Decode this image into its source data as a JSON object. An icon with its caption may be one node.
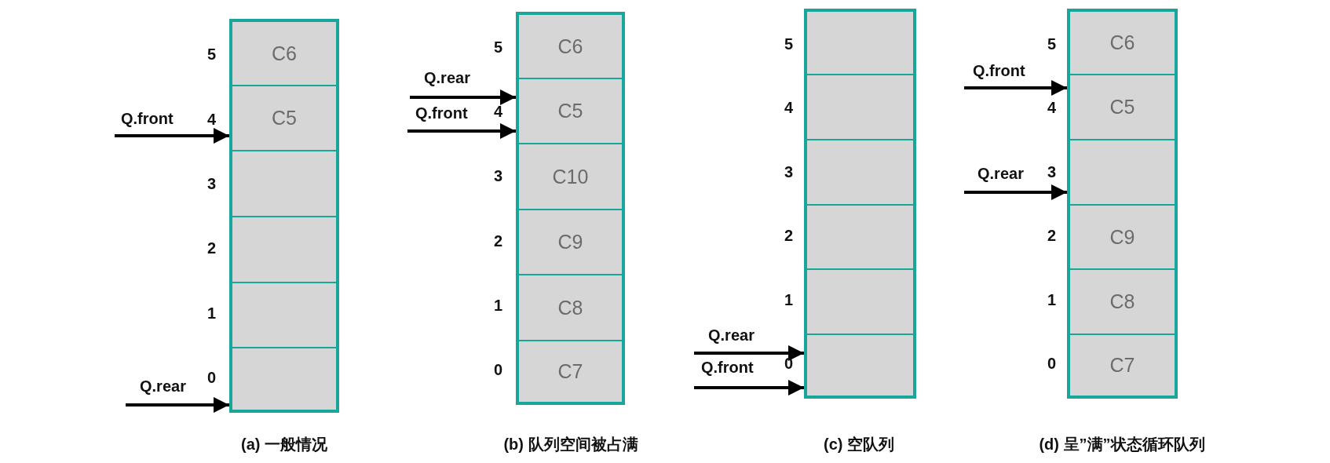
{
  "diagram": {
    "nodes": [
      {
        "text": [
          "C6"
        ]
      },
      {
        "text": [
          "C5"
        ]
      },
      {
        "text": [],
        "shape": "box"
      },
      {
        "text": [],
        "shape": "box"
      },
      {
        "text": [],
        "shape": "box"
      },
      {
        "text": [],
        "shape": "box"
      },
      {
        "text": [
          "C6"
        ]
      },
      {
        "text": [
          "C5"
        ]
      },
      {
        "text": [
          "C10"
        ]
      },
      {
        "text": [
          "C9"
        ]
      },
      {
        "text": [
          "C8"
        ]
      },
      {
        "text": [
          "C7"
        ]
      },
      {
        "text": [],
        "shape": "box"
      },
      {
        "text": [],
        "shape": "box"
      },
      {
        "text": [],
        "shape": "box"
      },
      {
        "text": [],
        "shape": "box"
      },
      {
        "text": [],
        "shape": "box"
      },
      {
        "text": [],
        "shape": "box"
      },
      {
        "text": [
          "C6"
        ]
      },
      {
        "text": [
          "C5"
        ]
      },
      {
        "text": [],
        "shape": "box"
      },
      {
        "text": [
          "C9"
        ]
      },
      {
        "text": [
          "C8"
        ]
      },
      {
        "text": [
          "C7"
        ]
      }
    ],
    "edges": [
      {
        "from": null,
        "to": 1,
        "arrow": "to",
        "label": "Q.front"
      },
      {
        "from": null,
        "to": 5,
        "arrow": "to",
        "label": "Q.rear"
      },
      {
        "from": null,
        "to": 7,
        "arrow": "to",
        "label": "Q.rear"
      },
      {
        "from": null,
        "to": 7,
        "arrow": "to",
        "label": "Q.front"
      },
      {
        "from": null,
        "to": 17,
        "arrow": "to",
        "label": "Q.rear"
      },
      {
        "from": null,
        "to": 17,
        "arrow": "to",
        "label": "Q.front"
      },
      {
        "from": null,
        "to": 19,
        "arrow": "to",
        "label": "Q.front"
      },
      {
        "from": null,
        "to": 20,
        "arrow": "to",
        "label": "Q.rear"
      }
    ],
    "labels": [
      "5",
      "4",
      "3",
      "2",
      "1",
      "0",
      "5",
      "4",
      "3",
      "2",
      "1",
      "0",
      "5",
      "4",
      "3",
      "2",
      "1",
      "0",
      "5",
      "4",
      "3",
      "2",
      "1",
      "0",
      "(a) 一般情况",
      "(b) 队列空间被占满",
      "(c) 空队列",
      "(d) 呈”满”状态循环队列"
    ]
  }
}
